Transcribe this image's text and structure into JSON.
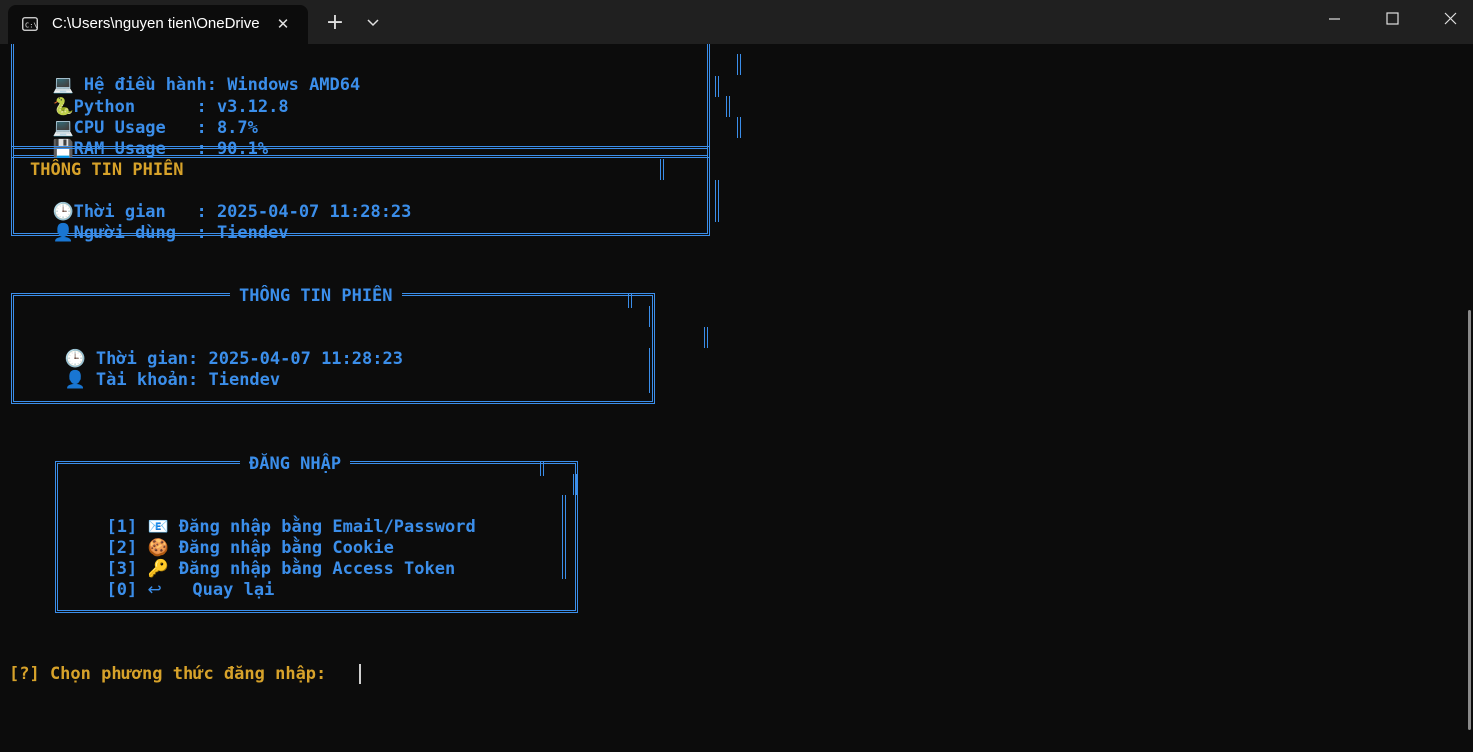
{
  "window": {
    "tab_title": "C:\\Users\\nguyen tien\\OneDrive",
    "tab_close": "✕",
    "new_tab": "+"
  },
  "system": {
    "os_icon": "💻",
    "os": "Hệ điều hành: Windows AMD64",
    "python_icon": "🐍",
    "python": "Python      : v3.12.8",
    "cpu_icon": "💻",
    "cpu": "CPU Usage   : 8.7%",
    "ram_icon": "💾",
    "ram": "RAM Usage   : 90.1%"
  },
  "session1": {
    "title": "THÔNG TIN PHIÊN",
    "time_icon": "🕒",
    "time": "Thời gian   : 2025-04-07 11:28:23",
    "user_icon": "👤",
    "user": "Người dùng  : Tiendev"
  },
  "session2": {
    "title": "THÔNG TIN PHIÊN",
    "time_icon": "🕒",
    "time": "Thời gian: 2025-04-07 11:28:23",
    "account_icon": "👤",
    "account": "Tài khoản: Tiendev"
  },
  "login": {
    "title": "ĐĂNG NHẬP",
    "options": [
      {
        "key": "[1]",
        "icon": "📧",
        "label": "Đăng nhập bằng Email/Password"
      },
      {
        "key": "[2]",
        "icon": "🍪",
        "label": "Đăng nhập bằng Cookie"
      },
      {
        "key": "[3]",
        "icon": "🔑",
        "label": "Đăng nhập bằng Access Token"
      },
      {
        "key": "[0]",
        "icon": "↩",
        "label": "Quay lại"
      }
    ]
  },
  "prompt": "[?] Chọn phương thức đăng nhập:",
  "colors": {
    "background": "#0c0c0c",
    "text_blue": "#3b8eea",
    "text_yellow": "#d7a22a",
    "titlebar": "#202020"
  }
}
